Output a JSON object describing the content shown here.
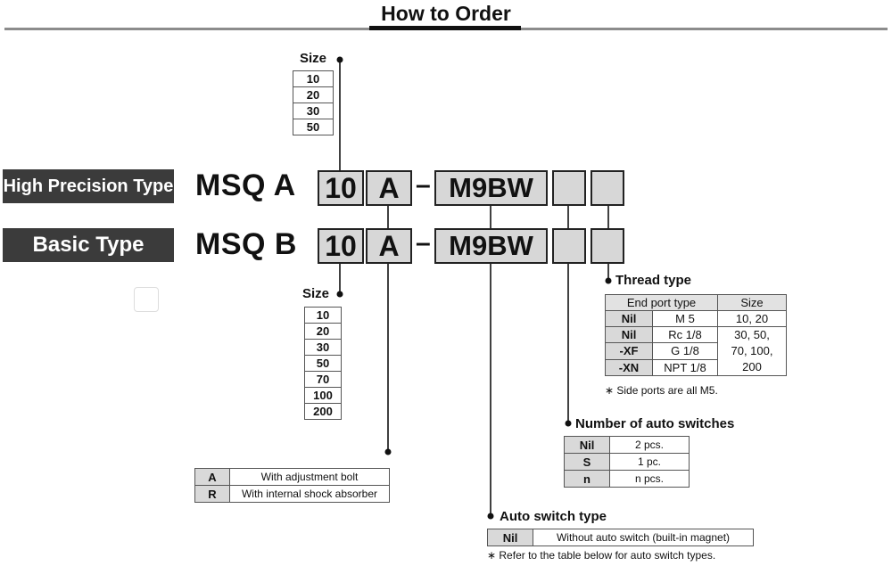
{
  "title": "How to Order",
  "types": [
    {
      "label": "High Precision Type",
      "model": "MSQ A",
      "size": "10",
      "option": "A",
      "switch": "M9BW"
    },
    {
      "label": "Basic Type",
      "model": "MSQ B",
      "size": "10",
      "option": "A",
      "switch": "M9BW"
    }
  ],
  "dash": "–",
  "size_top": {
    "label": "Size",
    "values": [
      "10",
      "20",
      "30",
      "50"
    ]
  },
  "size_bottom": {
    "label": "Size",
    "values": [
      "10",
      "20",
      "30",
      "50",
      "70",
      "100",
      "200"
    ]
  },
  "adjustment": [
    {
      "code": "A",
      "desc": "With adjustment bolt"
    },
    {
      "code": "R",
      "desc": "With internal shock absorber"
    }
  ],
  "thread_type": {
    "label": "Thread type",
    "headers": [
      "End port type",
      "Size"
    ],
    "rows": [
      {
        "code": "Nil",
        "port": "M 5",
        "size": "10, 20"
      },
      {
        "code": "Nil",
        "port": "Rc 1/8"
      },
      {
        "code": "-XF",
        "port": "G 1/8"
      },
      {
        "code": "-XN",
        "port": "NPT 1/8"
      }
    ],
    "size_merged": "30, 50,\n70, 100,\n200",
    "note": "∗ Side ports are all M5."
  },
  "auto_switch_count": {
    "label": "Number of auto switches",
    "rows": [
      {
        "code": "Nil",
        "desc": "2 pcs."
      },
      {
        "code": "S",
        "desc": "1 pc."
      },
      {
        "code": "n",
        "desc": "n pcs."
      }
    ]
  },
  "auto_switch_type": {
    "label": "Auto switch type",
    "rows": [
      {
        "code": "Nil",
        "desc": "Without auto switch (built-in magnet)"
      }
    ],
    "note": "∗ Refer to the table below for auto switch types."
  }
}
